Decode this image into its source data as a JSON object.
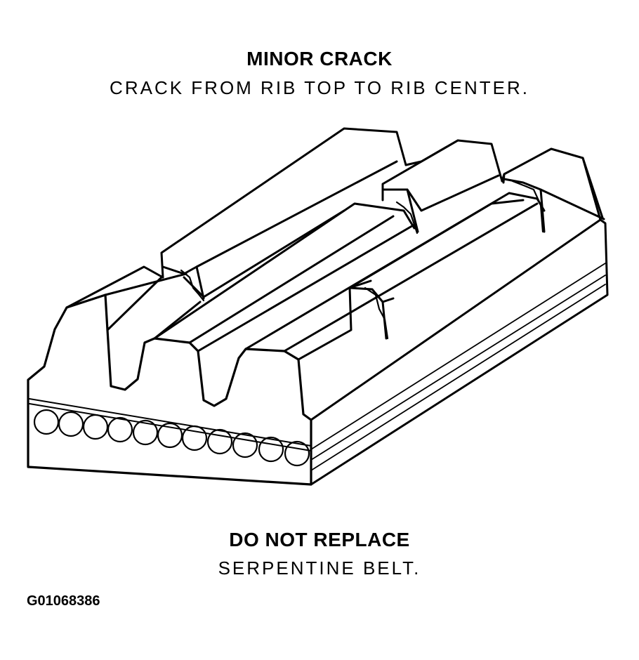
{
  "header": {
    "title": "MINOR CRACK",
    "subtitle": "CRACK FROM RIB TOP TO RIB CENTER."
  },
  "footer": {
    "title": "DO NOT REPLACE",
    "subtitle": "SERPENTINE BELT."
  },
  "figure_id": "G01068386",
  "colors": {
    "ink": "#000000",
    "paper": "#ffffff"
  }
}
